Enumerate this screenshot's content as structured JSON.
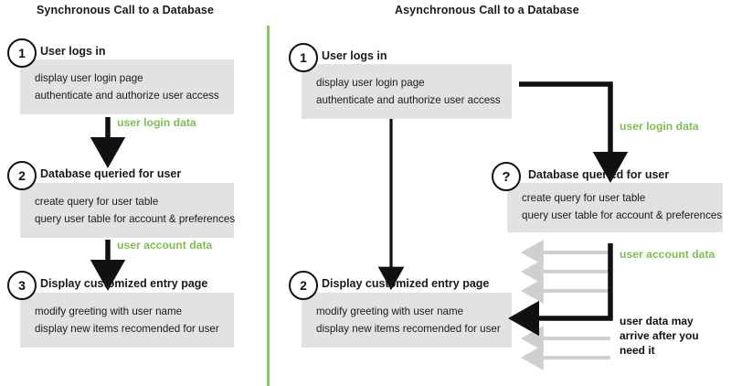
{
  "diagram": {
    "title_left": "Synchronous Call to a Database",
    "title_right": "Asynchronous Call to a Database",
    "colors": {
      "accent_green": "#8CC75A",
      "label_green": "#7EBE4F",
      "box_gray": "#e2e2e2",
      "ghost_gray": "#cfcfcf",
      "ink": "#111111"
    }
  },
  "left": {
    "title": "Synchronous Call to a Database",
    "steps": [
      {
        "badge": "1",
        "heading": "User logs in",
        "lines": [
          "display user login page",
          "authenticate and authorize user access"
        ]
      },
      {
        "badge": "2",
        "heading": "Database queried for user",
        "lines": [
          "create query for user table",
          "query user table for account & preferences"
        ]
      },
      {
        "badge": "3",
        "heading": "Display customized entry page",
        "lines": [
          "modify greeting with user name",
          "display new items recomended for user"
        ]
      }
    ],
    "arrow_labels": [
      "user login data",
      "user account data"
    ]
  },
  "right": {
    "title": "Asynchronous Call to a Database",
    "steps": [
      {
        "badge": "1",
        "heading": "User logs in",
        "lines": [
          "display user login page",
          "authenticate and authorize user access"
        ]
      },
      {
        "badge": "?",
        "heading": "Database queried for user",
        "lines": [
          "create query for user table",
          "query user table for account & preferences"
        ]
      },
      {
        "badge": "2",
        "heading": "Display customized entry page",
        "lines": [
          "modify greeting with user name",
          "display new items recomended for user"
        ]
      }
    ],
    "arrow_labels": [
      "user login data",
      "user account data"
    ],
    "note": "user data may\narrive after you\nneed it",
    "note_lines": [
      "user data may",
      "arrive after you",
      "need it"
    ],
    "ghost_arrow_count": 5
  }
}
